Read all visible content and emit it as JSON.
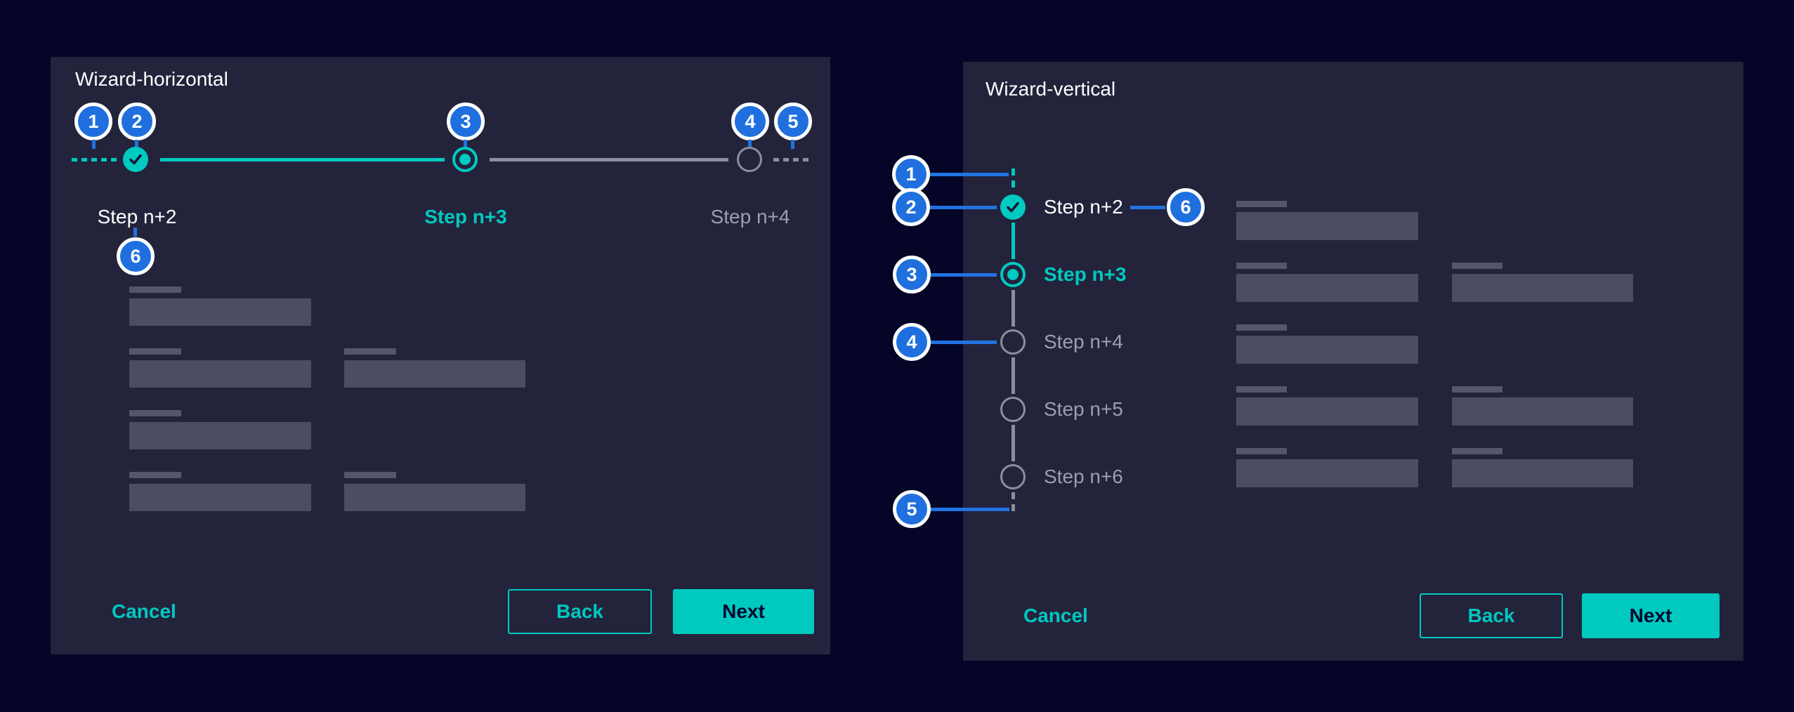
{
  "colors": {
    "background": "#050527",
    "panel": "#23233C",
    "accent_teal": "#00C9C0",
    "annotation_blue": "#2173E2",
    "badge_blue": "#1F70DE",
    "inactive_gray": "#8A8FA0",
    "inactive_text": "#9AA0AE",
    "skeleton": "#4B4D64",
    "button_dark_text": "#05052E"
  },
  "annotations": [
    "1",
    "2",
    "3",
    "4",
    "5",
    "6"
  ],
  "horizontal": {
    "title": "Wizard-horizontal",
    "steps": [
      {
        "label": "Step n+2",
        "state": "done"
      },
      {
        "label": "Step n+3",
        "state": "current"
      },
      {
        "label": "Step n+4",
        "state": "open"
      }
    ],
    "cancel": "Cancel",
    "back": "Back",
    "next": "Next"
  },
  "vertical": {
    "title": "Wizard-vertical",
    "steps": [
      {
        "label": "Step n+2",
        "state": "done"
      },
      {
        "label": "Step n+3",
        "state": "current"
      },
      {
        "label": "Step n+4",
        "state": "open"
      },
      {
        "label": "Step n+5",
        "state": "open"
      },
      {
        "label": "Step n+6",
        "state": "open"
      }
    ],
    "cancel": "Cancel",
    "back": "Back",
    "next": "Next"
  }
}
